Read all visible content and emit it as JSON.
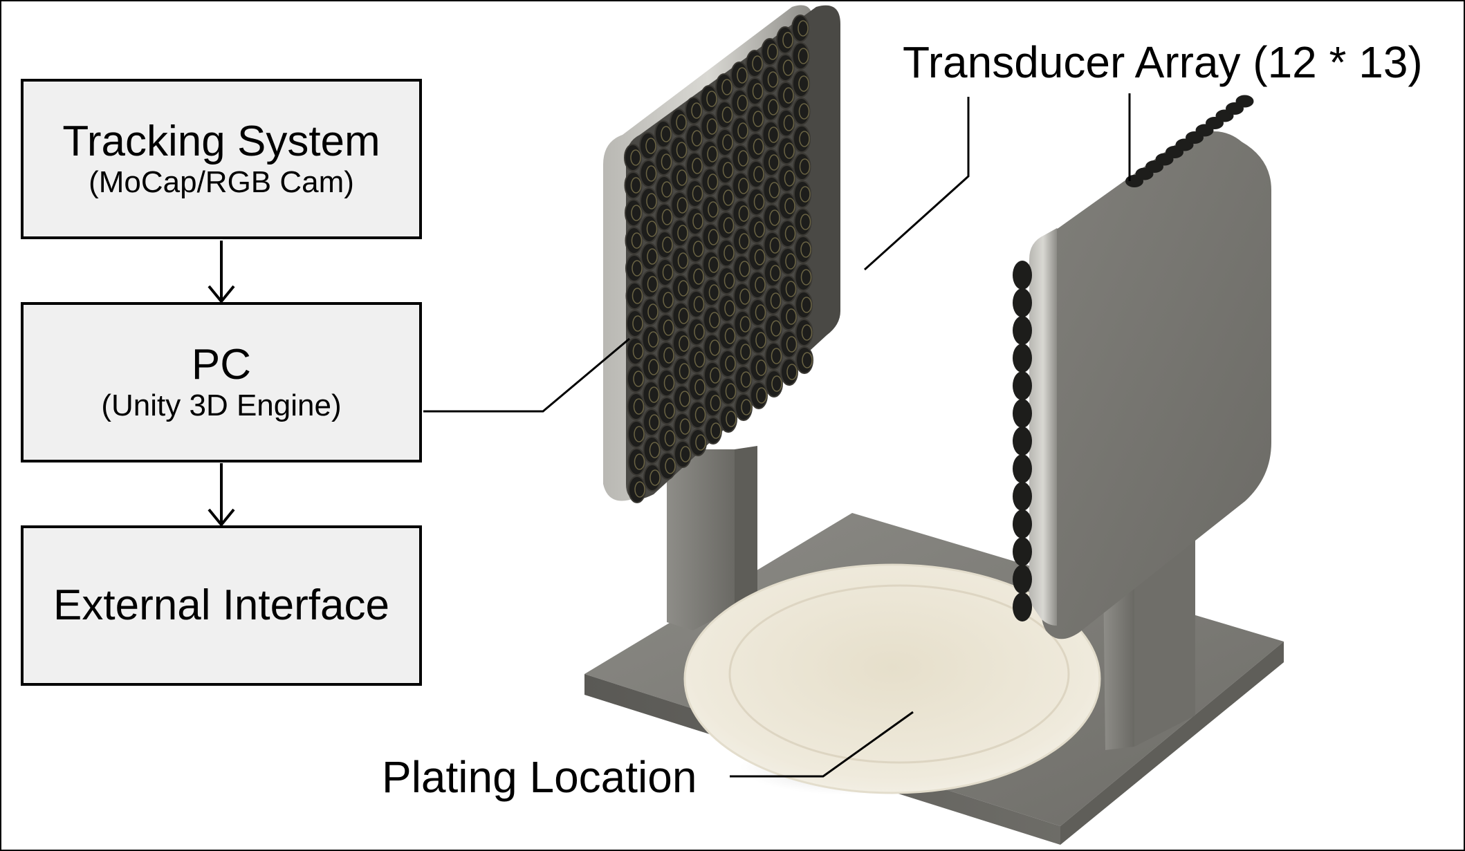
{
  "blocks": [
    {
      "title": "Tracking System",
      "subtitle": "(MoCap/RGB Cam)"
    },
    {
      "title": "PC",
      "subtitle": "(Unity 3D Engine)"
    },
    {
      "title": "External Interface",
      "subtitle": ""
    }
  ],
  "callouts": {
    "transducer_array": "Transducer Array (12 * 13)",
    "plating_location": "Plating Location"
  },
  "colors": {
    "box_fill": "#f0f0f0",
    "stroke": "#000000",
    "plate": "#ece6d6",
    "stand_metal": "#7c7b76",
    "transducer": "#1d1d1b"
  }
}
